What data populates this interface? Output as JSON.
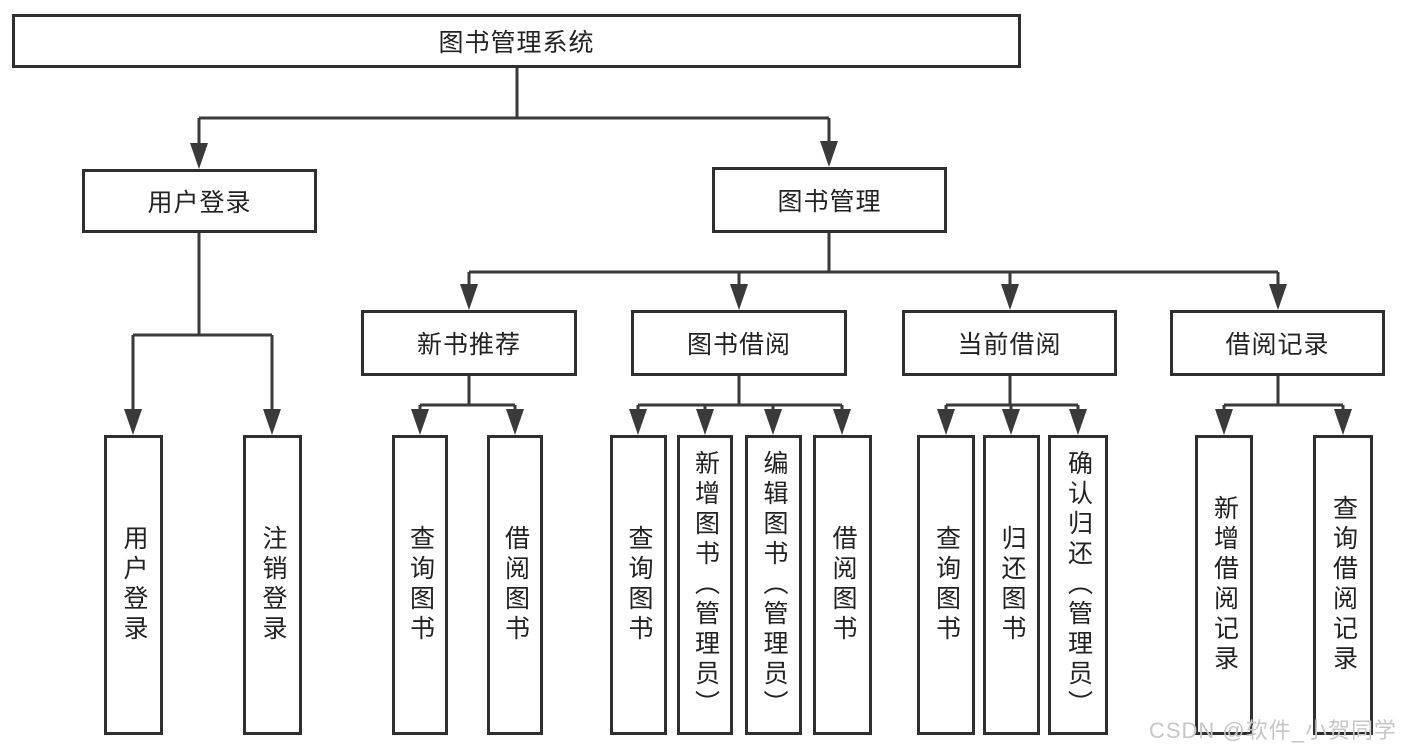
{
  "diagram": {
    "title": "图书管理系统",
    "level2": {
      "user_login": "用户登录",
      "book_mgmt": "图书管理"
    },
    "level3": [
      "新书推荐",
      "图书借阅",
      "当前借阅",
      "借阅记录"
    ],
    "leaves": {
      "user_login": [
        "用户登录",
        "注销登录"
      ],
      "new_book": [
        "查询图书",
        "借阅图书"
      ],
      "book_borrow": [
        "查询图书",
        "新增图书（管理员）",
        "编辑图书（管理员）",
        "借阅图书"
      ],
      "current_borrow": [
        "查询图书",
        "归还图书",
        "确认归还（管理员）"
      ],
      "borrow_record": [
        "新增借阅记录",
        "查询借阅记录"
      ]
    },
    "watermark": "CSDN @软件_小贺同学",
    "colors": {
      "line": "#3a3a3a",
      "box_border": "#2f2f2f",
      "text": "#222222",
      "watermark": "#c6c6c6"
    }
  }
}
